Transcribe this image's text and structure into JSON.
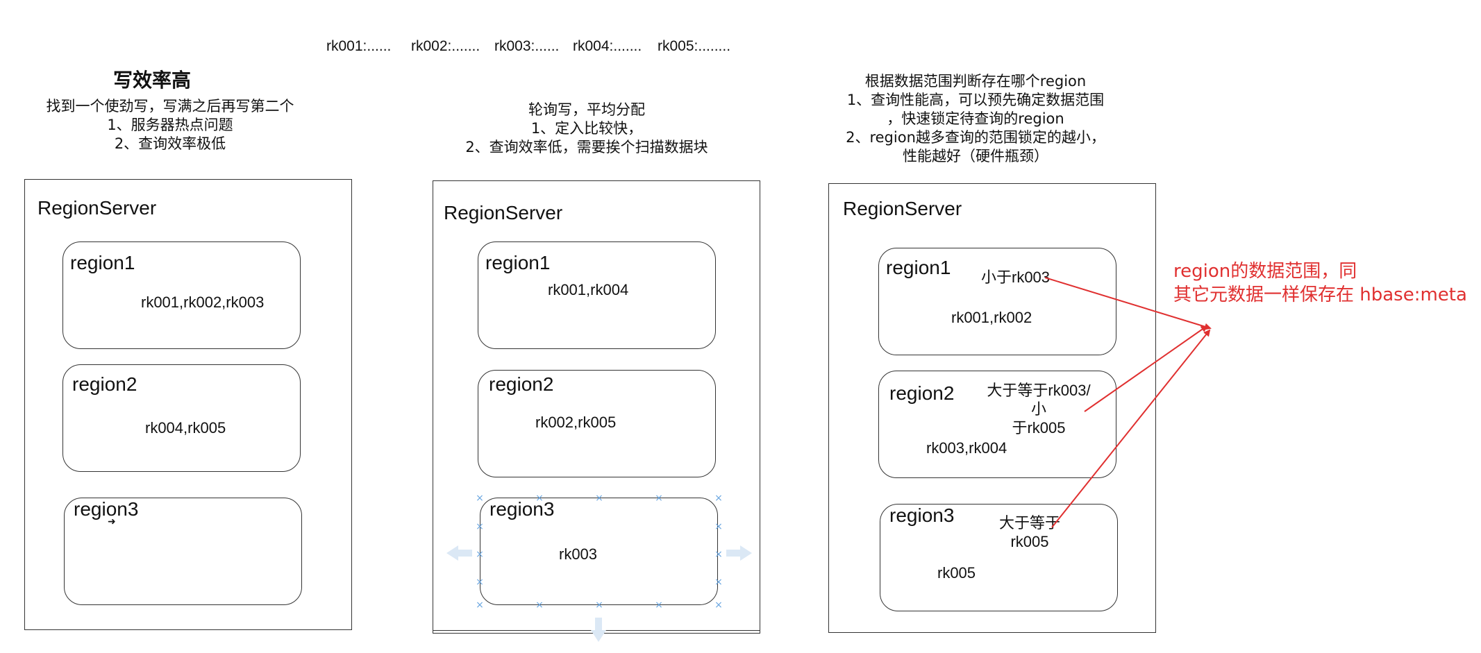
{
  "top_keys": [
    "rk001:......",
    "rk002:.......",
    "rk003:......",
    "rk004:.......",
    "rk005:........"
  ],
  "col1": {
    "heading": "写效率高",
    "note_lines": [
      "找到一个使劲写，写满之后再写第二个",
      "1、服务器热点问题",
      "2、查询效率极低"
    ],
    "server_title": "RegionServer",
    "regions": [
      {
        "name": "region1",
        "keys": "rk001,rk002,rk003"
      },
      {
        "name": "region2",
        "keys": "rk004,rk005"
      },
      {
        "name": "region3",
        "keys": ""
      }
    ]
  },
  "col2": {
    "note_lines": [
      "轮询写，平均分配",
      "1、定入比较快，",
      "2、查询效率低，需要挨个扫描数据块"
    ],
    "server_title": "RegionServer",
    "regions": [
      {
        "name": "region1",
        "keys": "rk001,rk004"
      },
      {
        "name": "region2",
        "keys": "rk002,rk005"
      },
      {
        "name": "region3",
        "keys": "rk003"
      }
    ]
  },
  "col3": {
    "note_lines": [
      "根据数据范围判断存在哪个region",
      "1、查询性能高，可以预先确定数据范围",
      "，快速锁定待查询的region",
      "2、region越多查询的范围锁定的越小，",
      "性能越好（硬件瓶颈）"
    ],
    "server_title": "RegionServer",
    "regions": [
      {
        "name": "region1",
        "range": [
          "小于rk003"
        ],
        "keys": "rk001,rk002"
      },
      {
        "name": "region2",
        "range": [
          "大于等于rk003/小",
          "于rk005"
        ],
        "keys": "rk003,rk004"
      },
      {
        "name": "region3",
        "range": [
          "大于等于",
          "rk005"
        ],
        "keys": "rk005"
      }
    ]
  },
  "meta_note": [
    "region的数据范围，同",
    "其它元数据一样保存在 hbase:meta"
  ],
  "colors": {
    "accent_red": "#e03030",
    "selection_blue": "#6aa6e0",
    "border": "#333333"
  }
}
